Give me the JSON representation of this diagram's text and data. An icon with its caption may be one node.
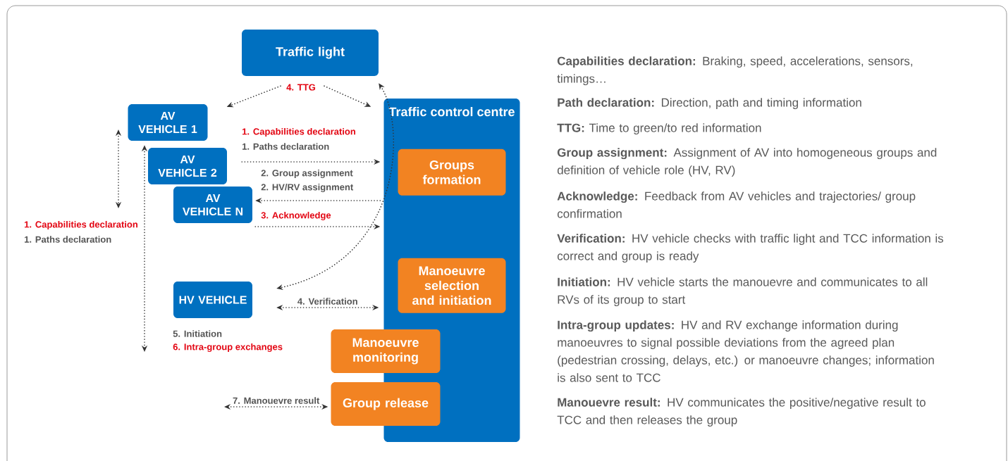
{
  "diagram": {
    "nodes": [
      {
        "text": [
          "Traffic light"
        ]
      },
      {
        "text": [
          "AV VEHICLE 1"
        ]
      },
      {
        "text": [
          "AV VEHICLE 2"
        ]
      },
      {
        "text": [
          "AV VEHICLE N"
        ]
      },
      {
        "text": [
          "HV VEHICLE"
        ]
      },
      {
        "text": [
          "Traffic control centre"
        ]
      },
      {
        "text": [
          "Groups formation"
        ],
        "in": 5
      },
      {
        "text": [
          "Manoeuvre selection and initiation"
        ],
        "in": 5
      },
      {
        "text": [
          "Manoeuvre monitoring"
        ]
      },
      {
        "text": [
          "Group release"
        ]
      }
    ],
    "edges": [
      {
        "from": 0,
        "to": 1,
        "arrow": "to"
      },
      {
        "from": 0,
        "to": 5,
        "arrow": "to"
      },
      {
        "from": null,
        "to": 1,
        "arrow": "both"
      },
      {
        "from": 2,
        "to": 5,
        "arrow": "to"
      },
      {
        "from": 5,
        "to": 3,
        "arrow": "to"
      },
      {
        "from": 3,
        "to": 5,
        "arrow": "to"
      },
      {
        "from": 0,
        "to": 4,
        "arrow": "both"
      },
      {
        "from": 4,
        "to": 5,
        "arrow": "both",
        "label": "4. Verification"
      },
      {
        "from": null,
        "to": 9,
        "arrow": "both",
        "label": "7. Manouevre result"
      }
    ],
    "labels": [
      "4. TTG",
      "1. Capabilities declaration",
      "1. Paths declaration",
      "2. Group assignment",
      "2. HV/RV assignment",
      "3. Acknowledge",
      "1. Capabilities declaration",
      "1. Paths declaration",
      "5. Initiation",
      "6. Intra-group exchanges",
      "**Capabilities declaration:** Braking, speed, accelerations, sensors, timings…",
      "**Path declaration:** Direction, path and timing information",
      "**TTG:** Time to green/to red information",
      "**Group assignment:** Assignment of AV into homogeneous groups and definition of vehicle role (HV, RV)",
      "**Acknowledge:** Feedback from AV vehicles and trajectories/ group confirmation",
      "**Verification:** HV vehicle checks with traffic light and TCC information is correct and group is ready",
      "**Initiation:** HV vehicle starts the manouevre and communicates to all RVs of its group to start",
      "**Intra-group updates:** HV and RV exchange information during manoeuvres to signal possible deviations from the agreed plan (pedestrian crossing, delays, etc.) or manoeuvre changes; information is also sent to TCC",
      "**Manouevre result:** HV communicates the positive/negative result to TCC and then releases the group"
    ]
  }
}
